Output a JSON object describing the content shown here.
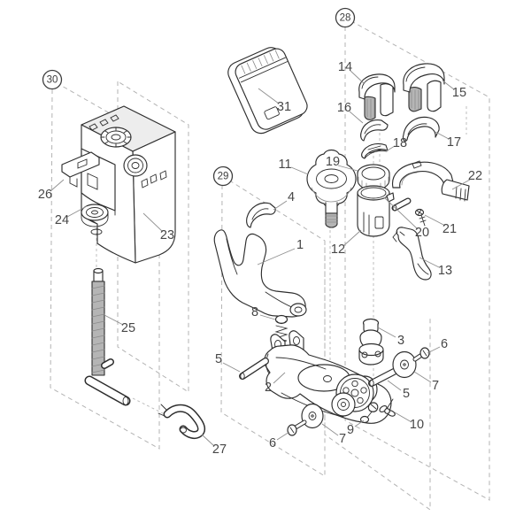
{
  "diagram": {
    "type": "exploded-parts-diagram",
    "groups": {
      "g28": "28",
      "g29": "29",
      "g30": "30"
    },
    "parts": {
      "p1": "1",
      "p2": "2",
      "p3": "3",
      "p4": "4",
      "p5": "5",
      "p6": "6",
      "p7": "7",
      "p8": "8",
      "p9": "9",
      "p10": "10",
      "p11": "11",
      "p12": "12",
      "p13": "13",
      "p14": "14",
      "p15": "15",
      "p16": "16",
      "p17": "17",
      "p18": "18",
      "p19": "19",
      "p20": "20",
      "p21": "21",
      "p22": "22",
      "p23": "23",
      "p24": "24",
      "p25": "25",
      "p26": "26",
      "p27": "27",
      "p31": "31"
    },
    "colors": {
      "background": "#ffffff",
      "line": "#2e2e2e",
      "leader": "#8f8f8f",
      "dashed_plane": "#b3b3b3",
      "label": "#474747",
      "shade_light": "#ededed",
      "shade_dark": "#b5b5b5"
    }
  }
}
